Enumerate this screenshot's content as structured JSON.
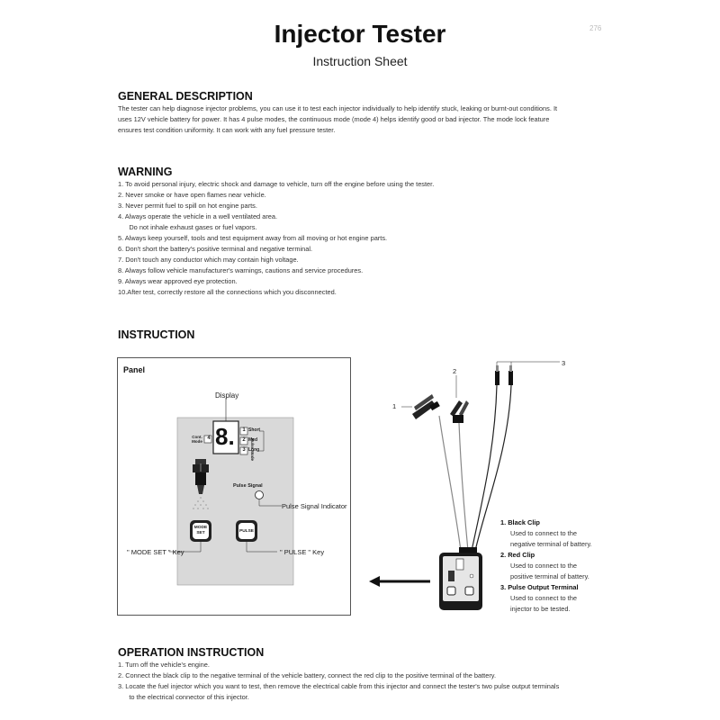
{
  "header": {
    "title": "Injector Tester",
    "subtitle": "Instruction Sheet",
    "page_number": "276"
  },
  "general": {
    "heading": "GENERAL DESCRIPTION",
    "lines": [
      "The tester can help diagnose injector problems, you can use it to test each injector individually to help identify stuck, leaking or burnt-out conditions.  It",
      "uses 12V vehicle battery for power.  It has 4 pulse modes, the continuous mode (mode 4) helps identify good or bad injector. The mode lock feature",
      "ensures test condition uniformity. It can work with any fuel pressure tester."
    ]
  },
  "warning": {
    "heading": "WARNING",
    "items": [
      "1.  To avoid personal injury, electric shock and damage to vehicle, turn off the engine before using the tester.",
      "2.  Never smoke or have open flames near vehicle.",
      "3.  Never permit fuel to spill on hot engine parts.",
      "4.  Always operate the vehicle in a well ventilated area.",
      "      Do not inhale exhaust gases or fuel vapors.",
      "5.  Always keep yourself, tools and test equipment away from all moving or hot engine parts.",
      "6.  Don't short the battery's positive terminal and negative terminal.",
      "7.  Don't touch any conductor which may contain high voltage.",
      "8.  Always follow vehicle manufacturer's warnings, cautions and service procedures.",
      "9.  Always wear approved eye protection.",
      "10.After test, correctly restore all the connections which you disconnected."
    ]
  },
  "instruction": {
    "heading": "INSTRUCTION",
    "panel": {
      "title": "Panel",
      "display_label": "Display",
      "digit": "8.",
      "cont_mode_label": "Cont. Mode",
      "cont_mode_num": "4",
      "modes": [
        {
          "num": "1",
          "label": "Short"
        },
        {
          "num": "2",
          "label": "Med"
        },
        {
          "num": "3",
          "label": "Long"
        }
      ],
      "pulse_mode_label": "Pulse Mode",
      "pulse_signal_label": "Pulse Signal",
      "pulse_signal_indicator": "Pulse Signal Indicator",
      "mode_button": "MODE SET",
      "pulse_button": "PULSE",
      "mode_key_label": "\" MODE SET \" Key",
      "pulse_key_label": "\" PULSE \" Key"
    },
    "callouts": [
      "1",
      "2",
      "3"
    ],
    "legend": [
      {
        "title": "1.  Black Clip",
        "lines": [
          "Used to connect to the",
          "negative terminal of battery."
        ]
      },
      {
        "title": "2.  Red Clip",
        "lines": [
          "Used to connect to the",
          "positive terminal of battery."
        ]
      },
      {
        "title": "3.  Pulse Output Terminal",
        "lines": [
          "Used to connect to the",
          "injector to be tested."
        ]
      }
    ]
  },
  "operation": {
    "heading": "OPERATION INSTRUCTION",
    "items": [
      "1.  Turn off the vehicle's engine.",
      "2.  Connect the black clip to the negative terminal of the vehicle battery, connect the red clip to the positive terminal of the battery.",
      "3.  Locate the fuel injector which you want to test, then remove the electrical cable from this injector and connect the tester's two pulse output terminals",
      "      to the electrical connector of this injector."
    ]
  }
}
